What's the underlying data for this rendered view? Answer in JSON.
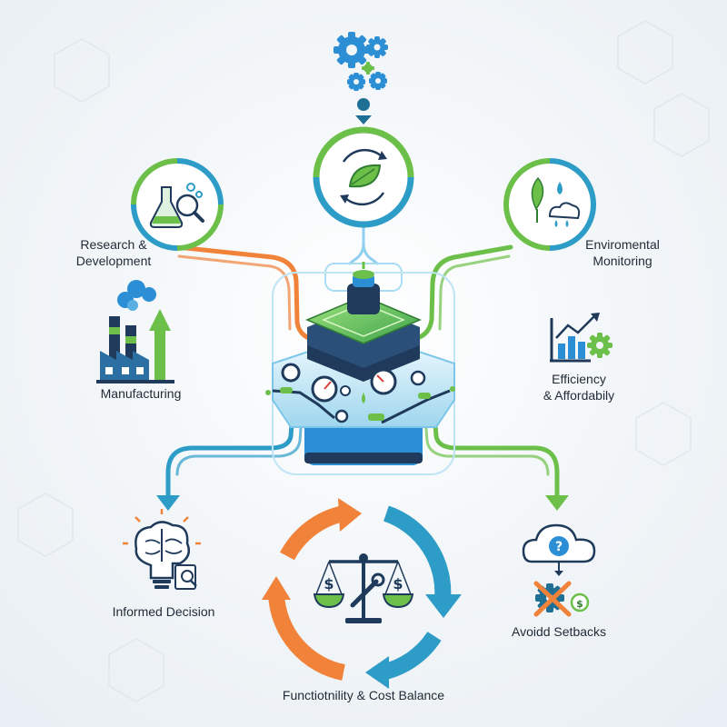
{
  "labels": {
    "research_line1": "Research &",
    "research_line2": "Development",
    "environmental_line1": "Enviromental",
    "environmental_line2": "Monitoring",
    "manufacturing": "Manufacturing",
    "efficiency_line1": "Efficiency",
    "efficiency_line2": "& Affordabily",
    "informed_decision": "Informed Decision",
    "avoid_setbacks": "Avoidd Setbacks",
    "balance": "Functiotnility & Cost Balance"
  },
  "symbols": {
    "currency": "$",
    "question": "?"
  },
  "icons": [
    "gears-icon",
    "leaf-cycle-icon",
    "lab-flask-icon",
    "plant-water-icon",
    "factory-icon",
    "growth-chart-icon",
    "brain-lightbulb-icon",
    "cloud-question-icon",
    "crossed-gear-icon",
    "balance-scale-icon",
    "wrench-icon"
  ],
  "colors": {
    "teal": "#2d9cc7",
    "green": "#6cc04a",
    "orange": "#f0823a",
    "navy": "#1f3a5a",
    "blue": "#2c8fd6"
  }
}
